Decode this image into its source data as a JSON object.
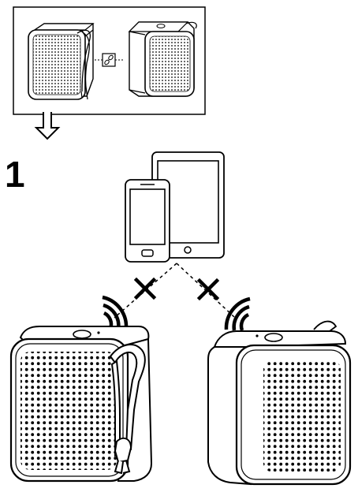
{
  "step": {
    "number": "1"
  },
  "icons": {
    "inset_frame": "pairing-inset-frame",
    "link_icon": "link-icon",
    "proceed_arrow": "down-arrow-icon",
    "phone": "smartphone-icon",
    "tablet": "tablet-icon",
    "cross_left": "cross-icon",
    "cross_right": "cross-icon",
    "waves_left": "wireless-waves-icon",
    "waves_right": "wireless-waves-icon",
    "speaker_left": "speaker-with-strap",
    "speaker_right": "speaker"
  },
  "colors": {
    "stroke": "#000000",
    "fill": "#ffffff",
    "shade": "#e6e6e6"
  }
}
